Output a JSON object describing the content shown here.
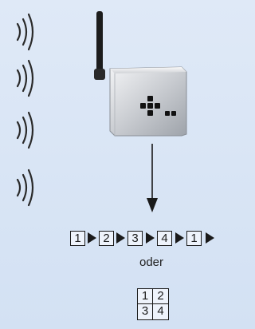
{
  "sequence": [
    "1",
    "2",
    "3",
    "4",
    "1"
  ],
  "separator_text": "oder",
  "grid": [
    "1",
    "2",
    "3",
    "4"
  ],
  "icons": {
    "signal": "radio-waves-icon",
    "device": "wireless-receiver-device",
    "arrow": "down-arrow-icon",
    "step": "right-triangle-icon"
  }
}
